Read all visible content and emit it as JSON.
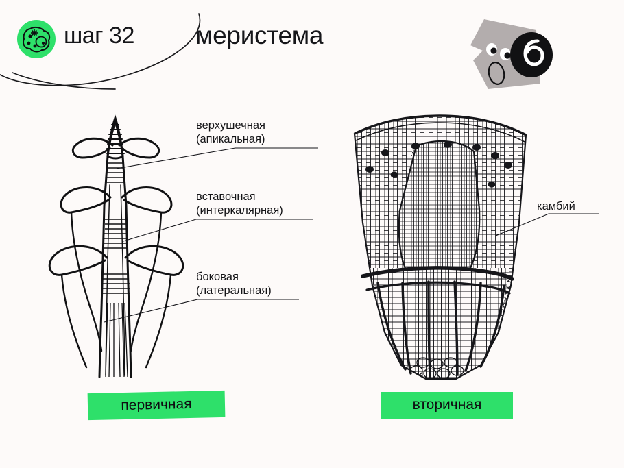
{
  "page": {
    "background_color": "#fdfaf9",
    "text_color": "#141417",
    "accent_green": "#2ee06a",
    "mascot_gray": "#b3adad"
  },
  "header": {
    "step_label": "шаг 32",
    "topic_title": "меристема",
    "logo_icon": "cell-organelle-icon",
    "swoosh_icon": "hand-drawn-ellipse-icon",
    "mascot_icon": "gray-polygon-face-icon",
    "mascot_badge_icon": "black-circle-b-letter-icon"
  },
  "figures": [
    {
      "id": "primary-meristem",
      "icon": "shoot-apex-longitudinal-section-diagram",
      "tag": "первичная",
      "callouts": [
        {
          "id": "apical",
          "line1": "верхушечная",
          "line2": "(апикальная)"
        },
        {
          "id": "intercalary",
          "line1": "вставочная",
          "line2": "(интеркалярная)"
        },
        {
          "id": "lateral",
          "line1": "боковая",
          "line2": "(латеральная)"
        }
      ]
    },
    {
      "id": "secondary-meristem",
      "icon": "stem-cross-section-cambium-micrograph",
      "tag": "вторичная",
      "callouts": [
        {
          "id": "cambium",
          "line1": "камбий",
          "line2": ""
        }
      ]
    }
  ]
}
